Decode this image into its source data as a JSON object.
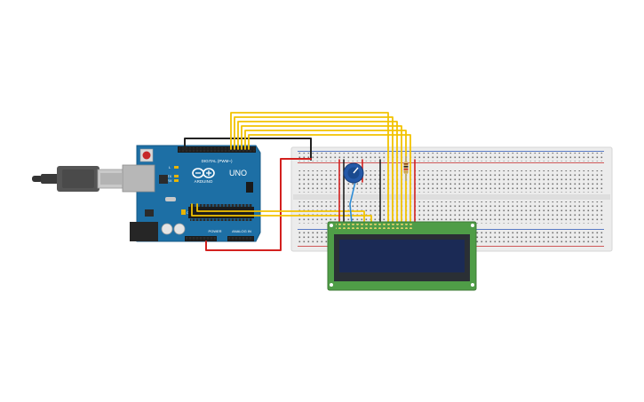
{
  "arduino": {
    "brand": "ARDUINO",
    "model": "UNO",
    "digital_label": "DIGITAL (PWM~)",
    "power_label": "POWER",
    "analog_label": "ANALOG IN",
    "led_labels": [
      "L",
      "TX",
      "RX"
    ],
    "on_label": "ON"
  },
  "components": {
    "usb_cable": "usb-cable",
    "breadboard": "breadboard",
    "potentiometer": "potentiometer",
    "resistor": "resistor",
    "lcd": "lcd-16x2"
  },
  "colors": {
    "board": "#1d6fa5",
    "breadboard": "#ececec",
    "lcd_pcb": "#4f9d47",
    "lcd_screen": "#1b2a55",
    "wire_yellow": "#f2c300",
    "wire_red": "#d3211f",
    "wire_black": "#222222",
    "wire_blue": "#2a8bd6",
    "pot_body": "#2459a8"
  }
}
